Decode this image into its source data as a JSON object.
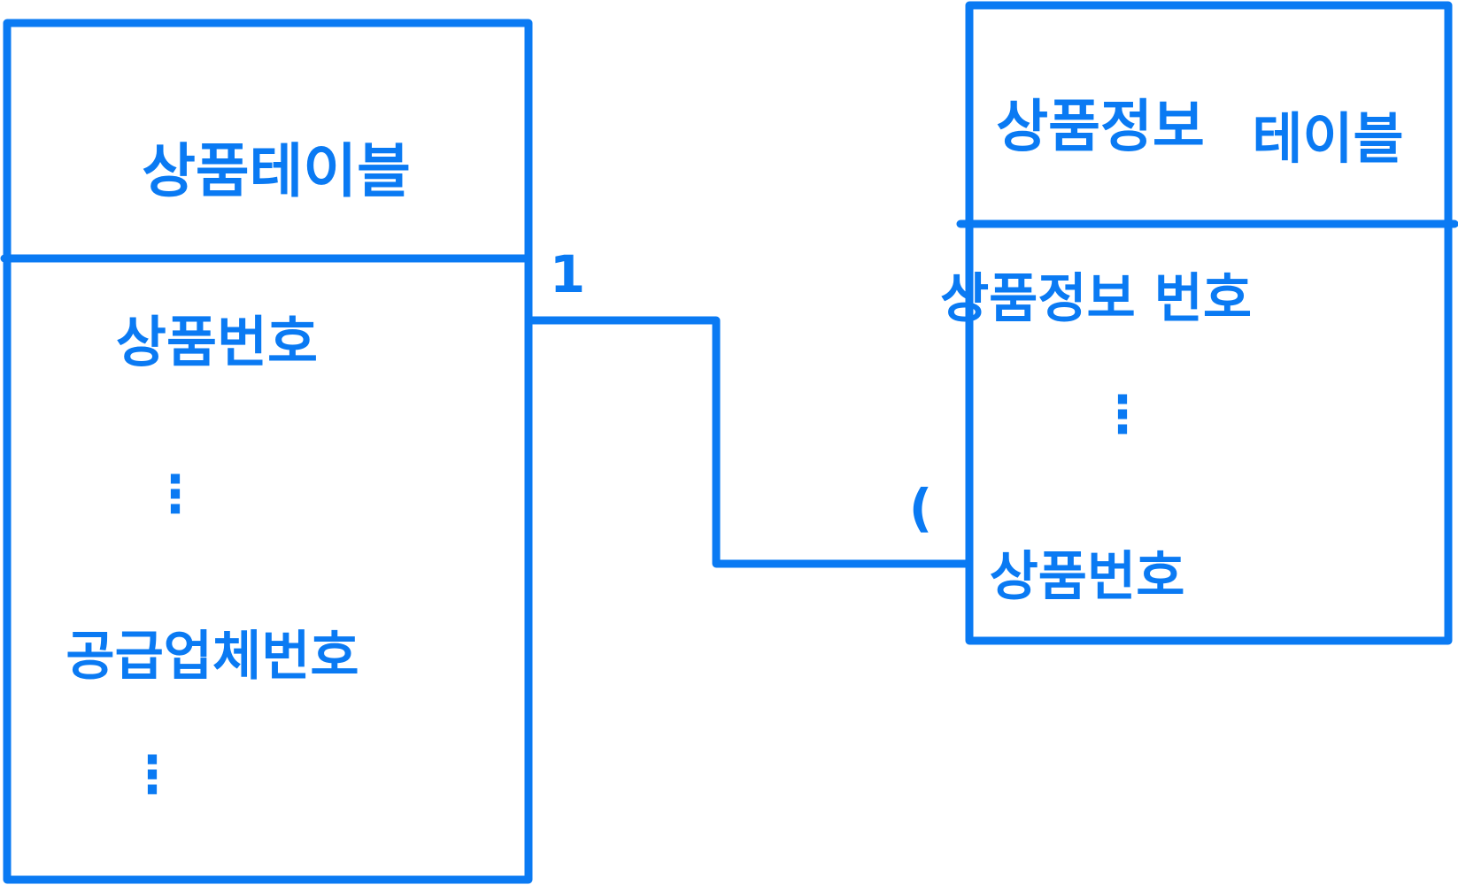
{
  "diagram": {
    "stroke_color": "#0a7af3",
    "background": "#ffffff",
    "left_table": {
      "title": "상품테이블",
      "fields": [
        "상품번호",
        "⋮",
        "공급업체번호",
        "⋮"
      ]
    },
    "right_table": {
      "title_main": "상품정보",
      "title_suffix": "테이블",
      "fields": [
        "상품정보 번호",
        "⋮",
        "상품번호"
      ]
    },
    "relation": {
      "left_cardinality": "1",
      "right_cardinality": "("
    }
  }
}
